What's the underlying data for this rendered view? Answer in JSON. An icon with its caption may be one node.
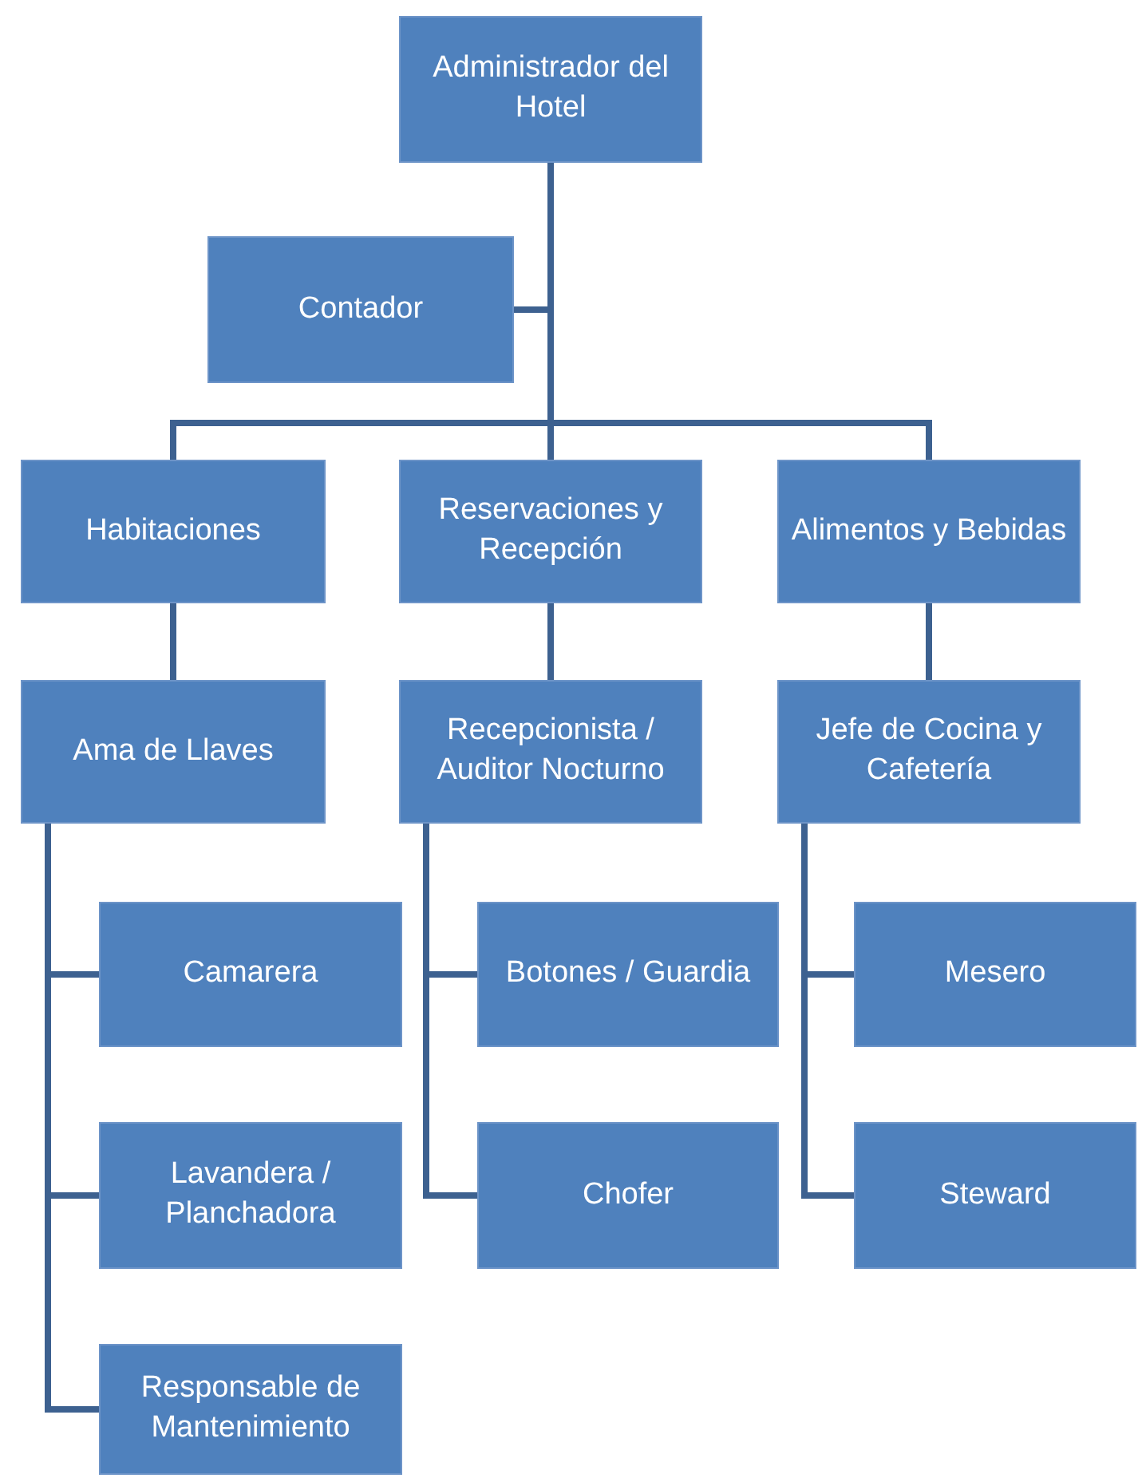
{
  "diagram": {
    "nodes": [
      {
        "text": [
          "Administrador del Hotel"
        ]
      },
      {
        "text": [
          "Contador"
        ]
      },
      {
        "text": [
          "Habitaciones"
        ]
      },
      {
        "text": [
          "Reservaciones y Recepción"
        ]
      },
      {
        "text": [
          "Alimentos y Bebidas"
        ]
      },
      {
        "text": [
          "Ama de Llaves"
        ]
      },
      {
        "text": [
          "Recepcionista / Auditor Nocturno"
        ]
      },
      {
        "text": [
          "Jefe de Cocina y Cafetería"
        ]
      },
      {
        "text": [
          "Camarera"
        ]
      },
      {
        "text": [
          "Lavandera / Planchadora"
        ]
      },
      {
        "text": [
          "Responsable de Mantenimiento"
        ]
      },
      {
        "text": [
          "Botones / Guardia"
        ]
      },
      {
        "text": [
          "Chofer"
        ]
      },
      {
        "text": [
          "Mesero"
        ]
      },
      {
        "text": [
          "Steward"
        ]
      }
    ],
    "edges": [
      {
        "from": 0,
        "to": 1,
        "arrow": "none"
      },
      {
        "from": 0,
        "to": 2,
        "arrow": "none"
      },
      {
        "from": 0,
        "to": 3,
        "arrow": "none"
      },
      {
        "from": 0,
        "to": 4,
        "arrow": "none"
      },
      {
        "from": 2,
        "to": 5,
        "arrow": "none"
      },
      {
        "from": 3,
        "to": 6,
        "arrow": "none"
      },
      {
        "from": 4,
        "to": 7,
        "arrow": "none"
      },
      {
        "from": 5,
        "to": 8,
        "arrow": "none"
      },
      {
        "from": 5,
        "to": 9,
        "arrow": "none"
      },
      {
        "from": 5,
        "to": 10,
        "arrow": "none"
      },
      {
        "from": 6,
        "to": 11,
        "arrow": "none"
      },
      {
        "from": 6,
        "to": 12,
        "arrow": "none"
      },
      {
        "from": 7,
        "to": 13,
        "arrow": "none"
      },
      {
        "from": 7,
        "to": 14,
        "arrow": "none"
      }
    ]
  }
}
